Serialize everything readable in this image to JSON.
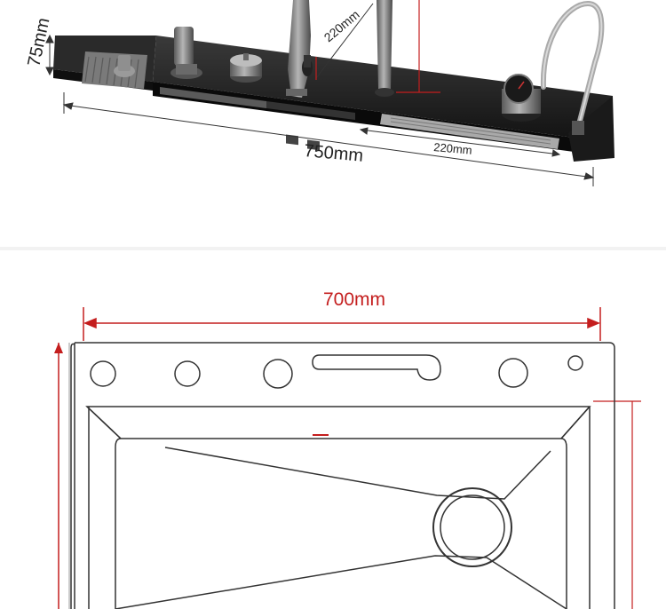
{
  "top_view": {
    "height_label": "75mm",
    "width_label": "750mm",
    "faucet_height_label": "220mm",
    "waterfall_length_label": "220mm"
  },
  "plan_view": {
    "width_label": "700mm"
  },
  "colors": {
    "sink_body": "#1c1c1c",
    "stainless": "#8a8a8a",
    "dimension_red": "#c41e1e",
    "outline": "#333333"
  }
}
